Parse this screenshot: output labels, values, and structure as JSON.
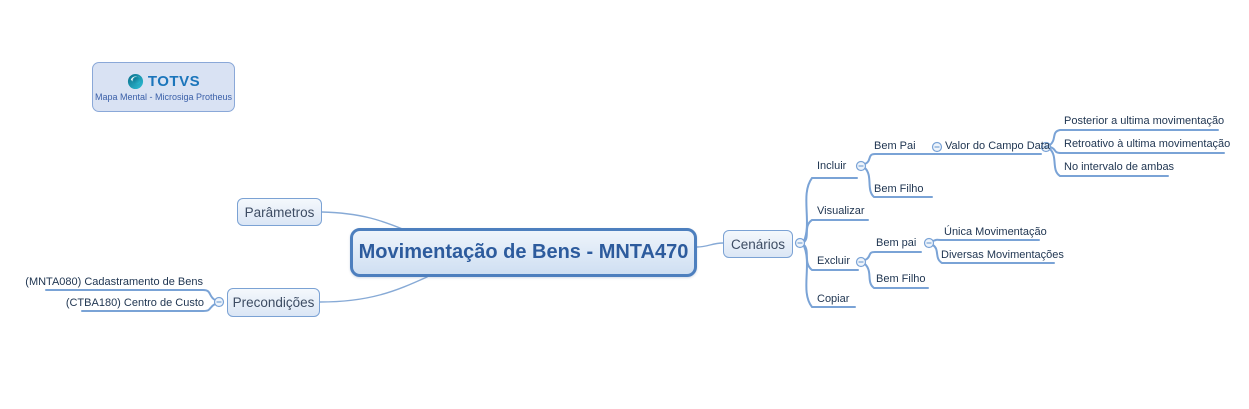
{
  "legend": {
    "brand": "TOTVS",
    "subtitle": "Mapa Mental - Microsiga Protheus"
  },
  "root": {
    "label": "Movimentação de Bens - MNTA470"
  },
  "parametros": {
    "label": "Parâmetros"
  },
  "precondicoes": {
    "label": "Precondições",
    "children": [
      {
        "label": "(MNTA080) Cadastramento de Bens"
      },
      {
        "label": "(CTBA180) Centro de Custo"
      }
    ]
  },
  "cenarios": {
    "label": "Cenários",
    "incluir": {
      "label": "Incluir",
      "bem_pai": {
        "label": "Bem Pai",
        "valor_campo_data": {
          "label": "Valor do Campo Data",
          "children": [
            {
              "label": "Posterior a ultima movimentação"
            },
            {
              "label": "Retroativo à ultima movimentação"
            },
            {
              "label": "No intervalo de ambas"
            }
          ]
        }
      },
      "bem_filho": {
        "label": "Bem Filho"
      }
    },
    "visualizar": {
      "label": "Visualizar"
    },
    "excluir": {
      "label": "Excluir",
      "bem_pai": {
        "label": "Bem pai",
        "children": [
          {
            "label": "Única Movimentação"
          },
          {
            "label": "Diversas Movimentações"
          }
        ]
      },
      "bem_filho": {
        "label": "Bem Filho"
      }
    },
    "copiar": {
      "label": "Copiar"
    }
  },
  "colors": {
    "line": "#7aa3d6",
    "node_border": "#7ba2d4",
    "root_border": "#4d7fbe",
    "root_text": "#2d5b9d",
    "label_text": "#1e3450",
    "brand_blue": "#1b75bb"
  }
}
